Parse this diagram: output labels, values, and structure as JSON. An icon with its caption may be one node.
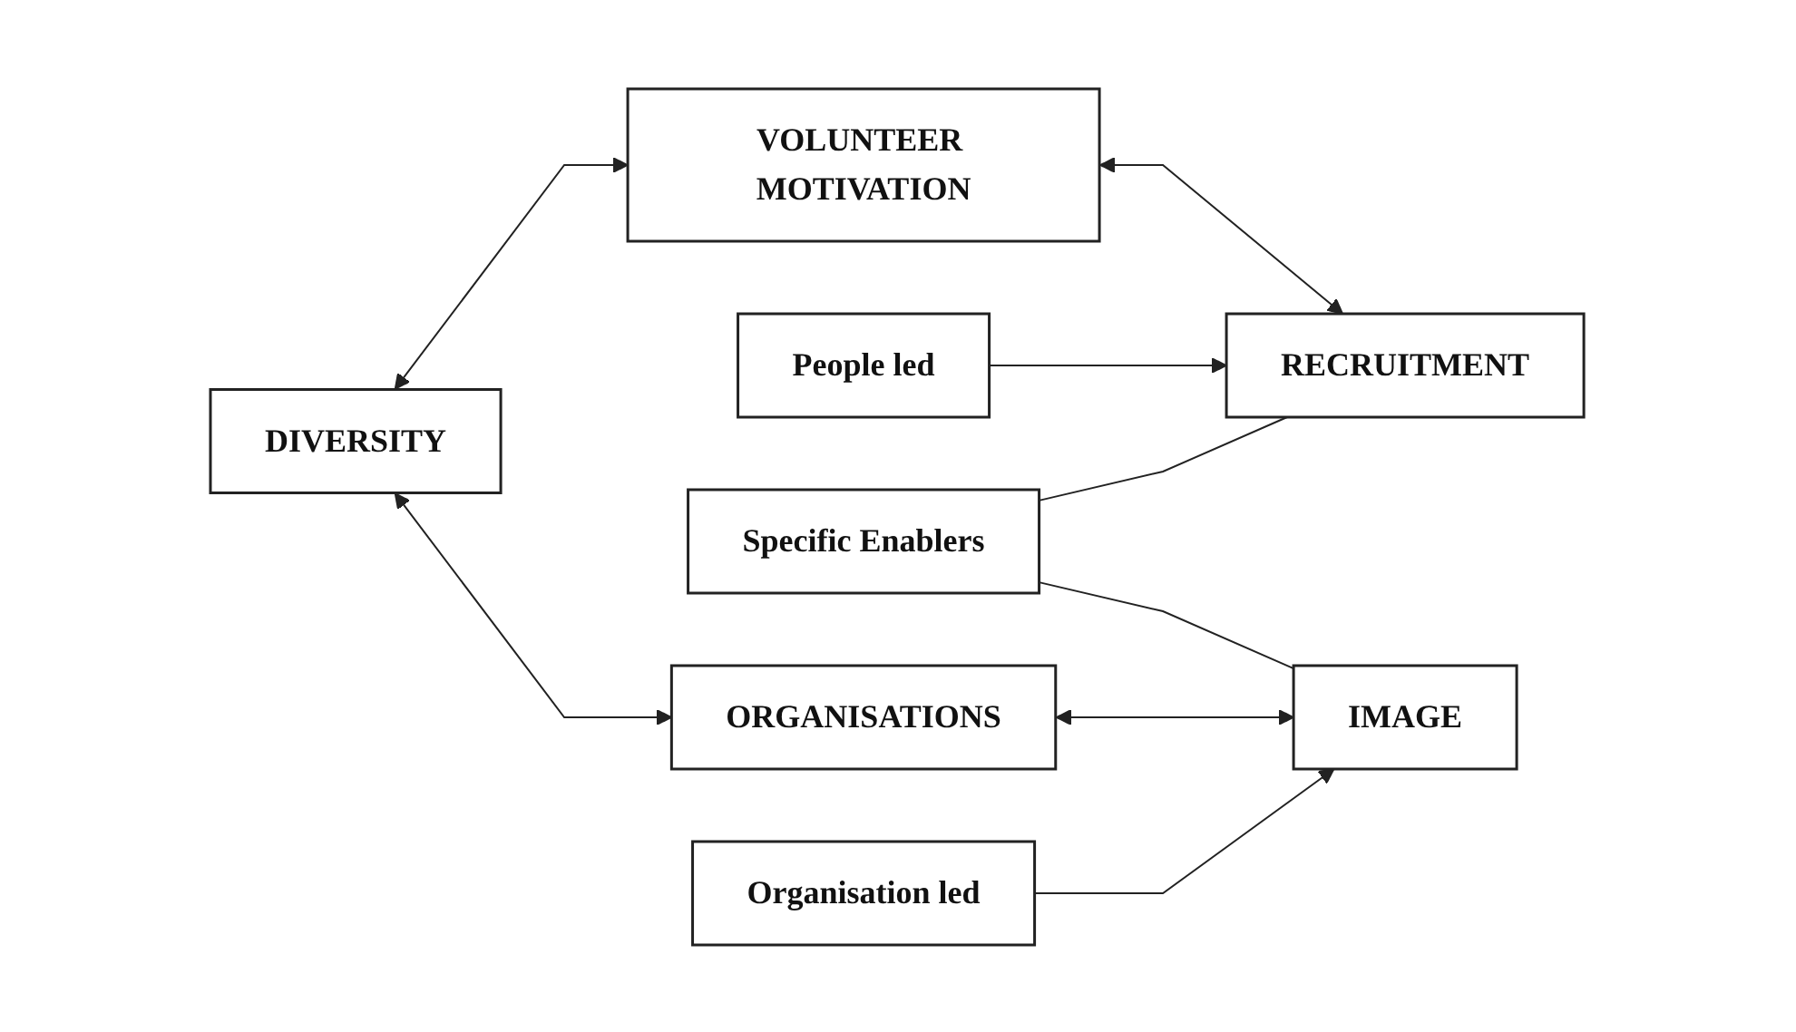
{
  "diagram": {
    "nodes": [
      {
        "text": [
          "DIVERSITY"
        ]
      },
      {
        "text": [
          "People led"
        ]
      },
      {
        "text": [
          "VOLUNTEER MOTIVATION"
        ]
      },
      {
        "text": [
          "RECRUITMENT"
        ]
      },
      {
        "text": [
          "Specific Enablers"
        ]
      },
      {
        "text": [
          "IMAGE"
        ]
      },
      {
        "text": [
          "ORGANISATIONS"
        ]
      },
      {
        "text": [
          "Organisation led"
        ]
      }
    ],
    "edges": [
      {
        "from": 0,
        "to": 2,
        "arrow": "both"
      },
      {
        "from": 0,
        "to": 6,
        "arrow": "both"
      },
      {
        "from": 2,
        "to": 3,
        "arrow": "both"
      },
      {
        "from": 1,
        "to": 3,
        "arrow": "to"
      },
      {
        "from": 4,
        "to": 3,
        "arrow": "none"
      },
      {
        "from": 4,
        "to": 5,
        "arrow": "none"
      },
      {
        "from": 6,
        "to": 5,
        "arrow": "both"
      },
      {
        "from": 7,
        "to": 5,
        "arrow": "to"
      }
    ]
  }
}
